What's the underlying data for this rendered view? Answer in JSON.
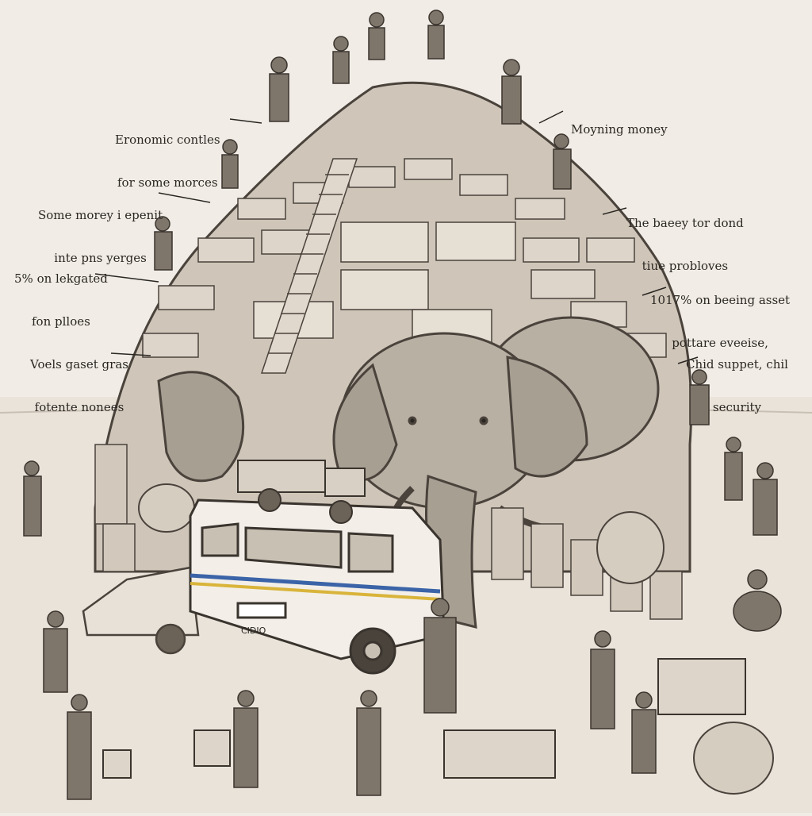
{
  "colors": {
    "paper": "#f1ede6",
    "ink": "#2a2622",
    "sepia": "#6b6258",
    "light_tone": "#c9c0b4",
    "van_stripe_blue": "#3b64a8",
    "van_stripe_yellow": "#d9b43a"
  },
  "annotations": [
    {
      "id": "economic-controls",
      "lines": [
        "Eronomic contles",
        "for some morces"
      ]
    },
    {
      "id": "moving-money",
      "lines": [
        "Moyning money"
      ]
    },
    {
      "id": "some-money-spent",
      "lines": [
        "Some morey i epenit",
        "inte pns yerges"
      ]
    },
    {
      "id": "money-for-problems",
      "lines": [
        "The baeey tor dond",
        "tiue probloves"
      ]
    },
    {
      "id": "five-percent",
      "lines": [
        "5% on lekgated",
        "fon plloes"
      ]
    },
    {
      "id": "seventeen-percent",
      "lines": [
        "1017% on beeing asset",
        "pottare eveeise,"
      ]
    },
    {
      "id": "voels-asset",
      "lines": [
        "Voels gaset gras",
        "fotente nonees"
      ]
    },
    {
      "id": "child-support",
      "lines": [
        "Chid suppet, chil",
        "security"
      ]
    }
  ],
  "van": {
    "plate_text": "CIDIO"
  },
  "icons": [
    "money-pile-illustration",
    "elephant-illustration",
    "van-illustration",
    "car-illustration",
    "people-figures"
  ]
}
